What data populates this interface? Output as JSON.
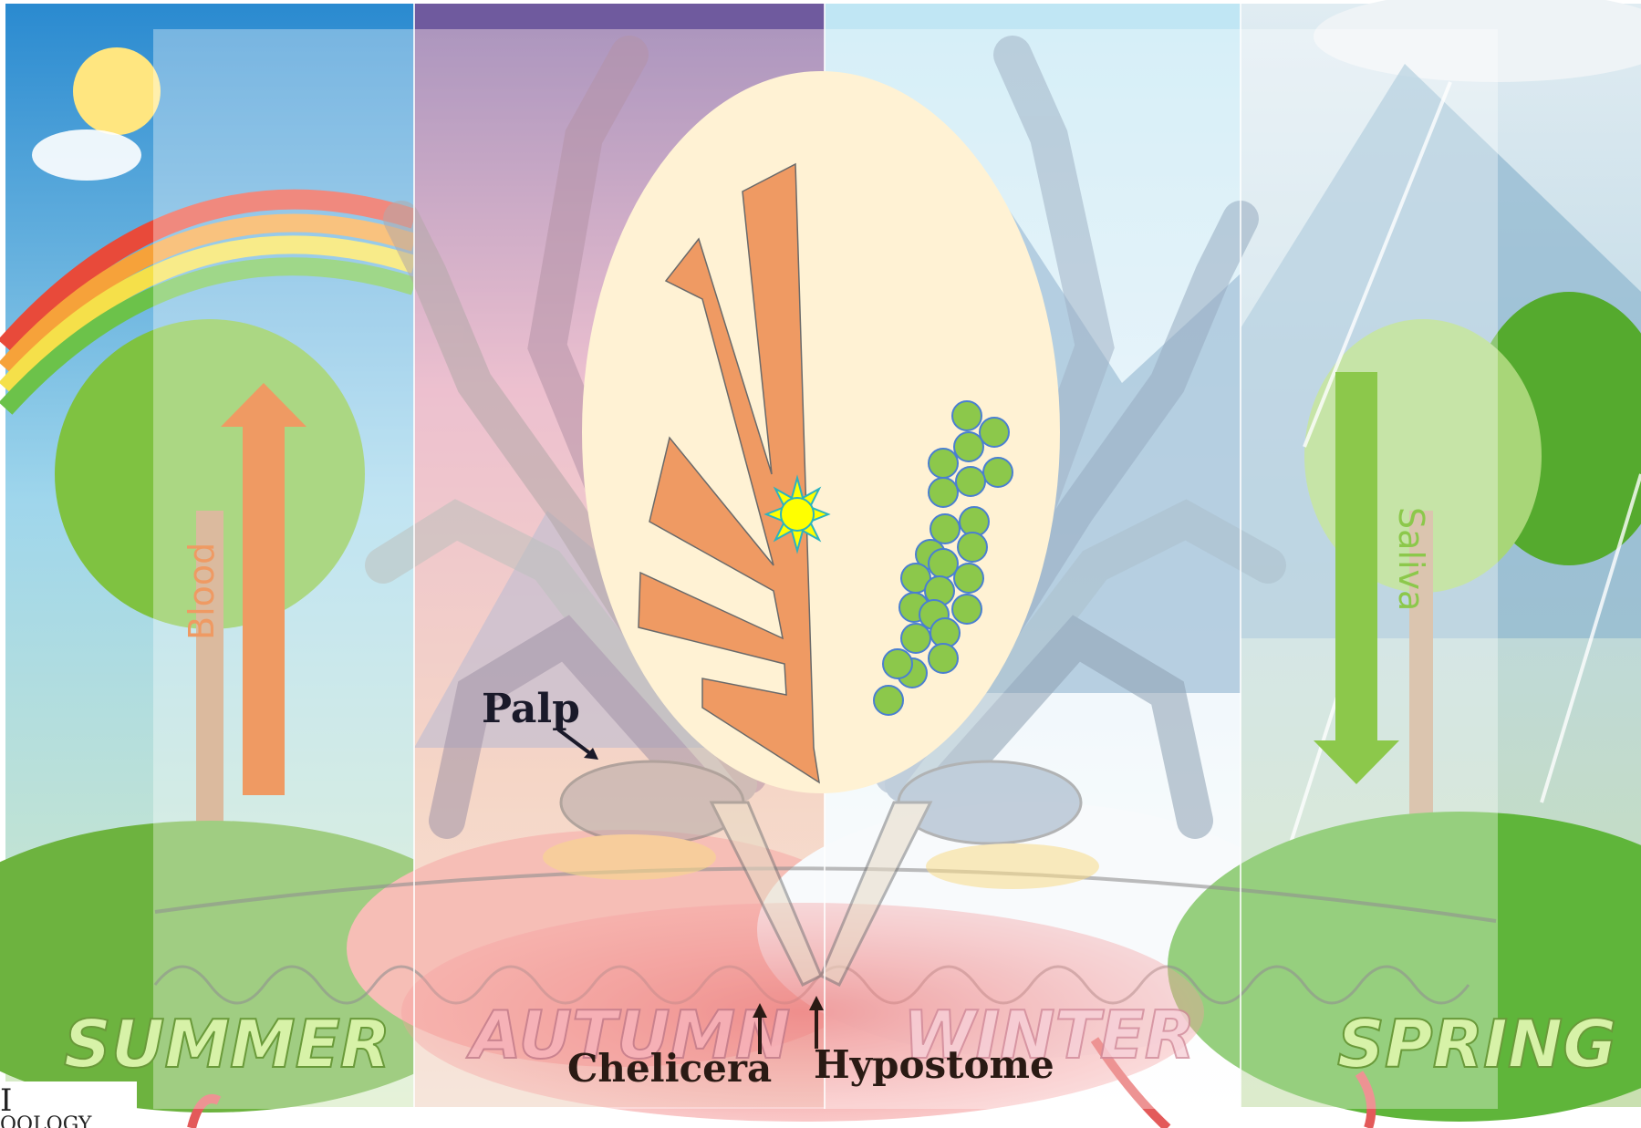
{
  "seasons": [
    {
      "name": "SUMMER"
    },
    {
      "name": "AUTUMN"
    },
    {
      "name": "WINTER"
    },
    {
      "name": "SPRING"
    }
  ],
  "labels": {
    "palp": "Palp",
    "chelicera": "Chelicera",
    "hypostome": "Hypostome",
    "blood": "Blood",
    "saliva": "Saliva",
    "corner_line1": "I",
    "corner_line2": "OOLOGY"
  },
  "colors": {
    "blood_arrow": "#ef9a63",
    "saliva_arrow": "#8cc84b",
    "oval_fill": "#fff2d4",
    "gut_fill": "#ef9a63",
    "cells_fill": "#8cc84b",
    "cells_stroke": "#4a7fd0",
    "sun_fill": "#ffff00",
    "sun_stroke": "#2bb3c0",
    "summer_sky": "#7ec7e8",
    "autumn_sky": "#e9a0b4",
    "winter_sky": "#c9e3f2",
    "spring_sky": "#b9d8e6"
  }
}
